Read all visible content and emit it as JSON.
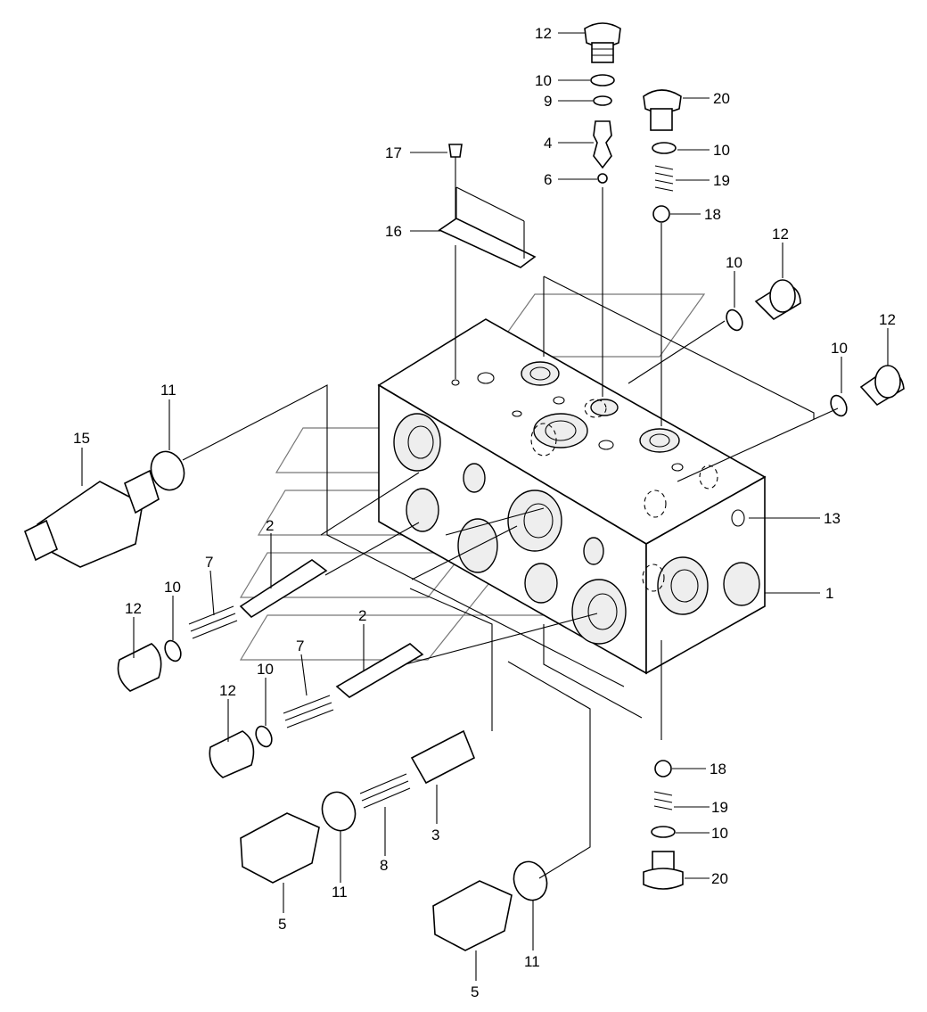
{
  "callouts": [
    {
      "text": "12"
    },
    {
      "text": "10"
    },
    {
      "text": "9"
    },
    {
      "text": "4"
    },
    {
      "text": "6"
    },
    {
      "text": "20"
    },
    {
      "text": "10"
    },
    {
      "text": "19"
    },
    {
      "text": "18"
    },
    {
      "text": "17"
    },
    {
      "text": "16"
    },
    {
      "text": "12"
    },
    {
      "text": "10"
    },
    {
      "text": "12"
    },
    {
      "text": "10"
    },
    {
      "text": "11"
    },
    {
      "text": "15"
    },
    {
      "text": "13"
    },
    {
      "text": "1"
    },
    {
      "text": "2"
    },
    {
      "text": "7"
    },
    {
      "text": "10"
    },
    {
      "text": "12"
    },
    {
      "text": "2"
    },
    {
      "text": "7"
    },
    {
      "text": "10"
    },
    {
      "text": "12"
    },
    {
      "text": "3"
    },
    {
      "text": "8"
    },
    {
      "text": "11"
    },
    {
      "text": "5"
    },
    {
      "text": "11"
    },
    {
      "text": "5"
    },
    {
      "text": "18"
    },
    {
      "text": "19"
    },
    {
      "text": "10"
    },
    {
      "text": "20"
    }
  ]
}
